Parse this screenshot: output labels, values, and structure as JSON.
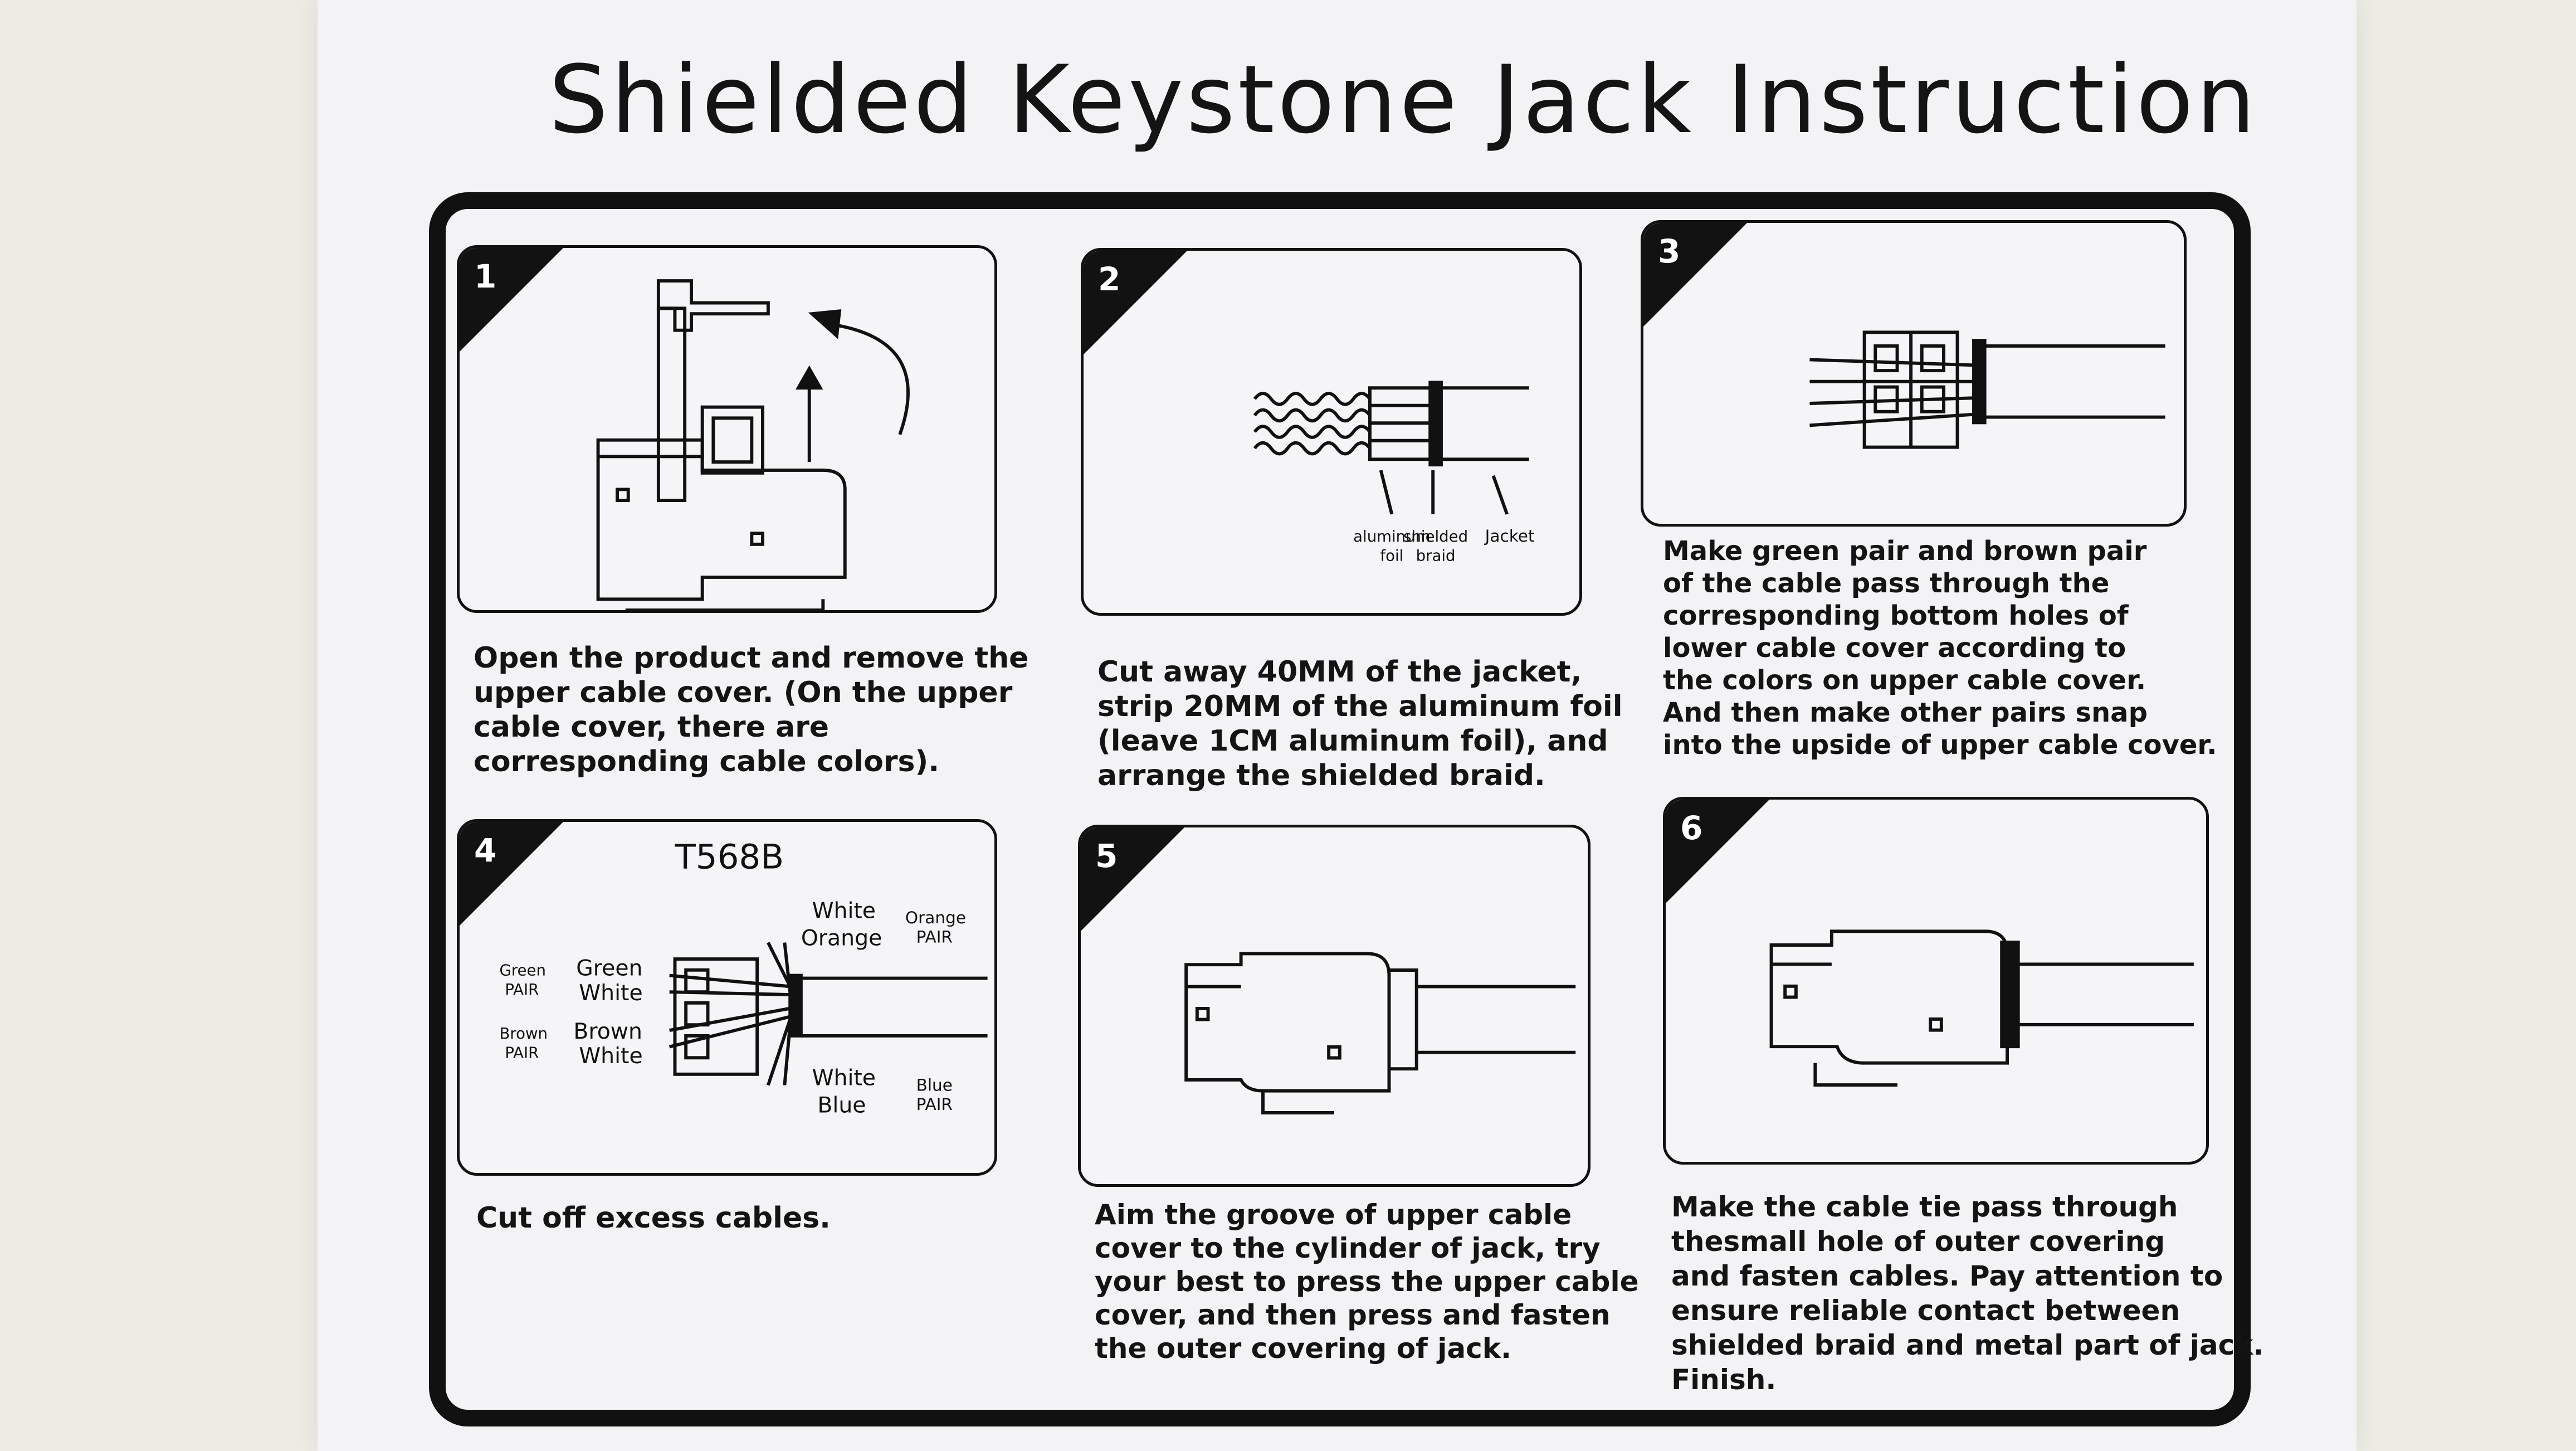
{
  "title": "Shielded Keystone Jack Instruction",
  "steps": [
    {
      "number": "1",
      "caption": "Open the product and remove the\nupper cable cover. (On the upper\ncable cover, there are\ncorresponding cable colors)."
    },
    {
      "number": "2",
      "caption": "Cut away 40MM of the jacket,\nstrip 20MM of the aluminum foil\n(leave 1CM aluminum foil), and\narrange the shielded braid.",
      "labels": {
        "foil_1": "aluminum",
        "foil_2": "foil",
        "braid_1": "shielded",
        "braid_2": "braid",
        "jacket": "Jacket"
      }
    },
    {
      "number": "3",
      "caption": "Make green pair and brown pair\nof the cable pass through the\ncorresponding bottom holes of\nlower cable cover according to\nthe colors on upper cable cover.\nAnd then make other pairs snap\ninto the upside of upper cable cover."
    },
    {
      "number": "4",
      "caption": "Cut off excess cables.",
      "diagram": {
        "standard": "T568B",
        "green_pair": "Green\nPAIR",
        "green": "Green",
        "green_white": "White",
        "brown_pair": "Brown\nPAIR",
        "brown": "Brown",
        "brown_white": "White",
        "orange_white": "White",
        "orange": "Orange",
        "orange_pair_1": "Orange",
        "orange_pair_2": "PAIR",
        "blue_white": "White",
        "blue": "Blue",
        "blue_pair_1": "Blue",
        "blue_pair_2": "PAIR",
        "green_pair_1": "Green",
        "green_pair_2": "PAIR",
        "brown_pair_1": "Brown",
        "brown_pair_2": "PAIR"
      }
    },
    {
      "number": "5",
      "caption": "Aim the groove of upper cable\ncover to the cylinder of jack, try\nyour best to press the upper cable\ncover, and then press and fasten\nthe outer covering of jack."
    },
    {
      "number": "6",
      "caption": "Make the cable tie pass through\nthesmall hole of outer covering\nand fasten cables. Pay attention to\nensure reliable contact between\nshielded braid and metal part of jack.\nFinish."
    }
  ]
}
